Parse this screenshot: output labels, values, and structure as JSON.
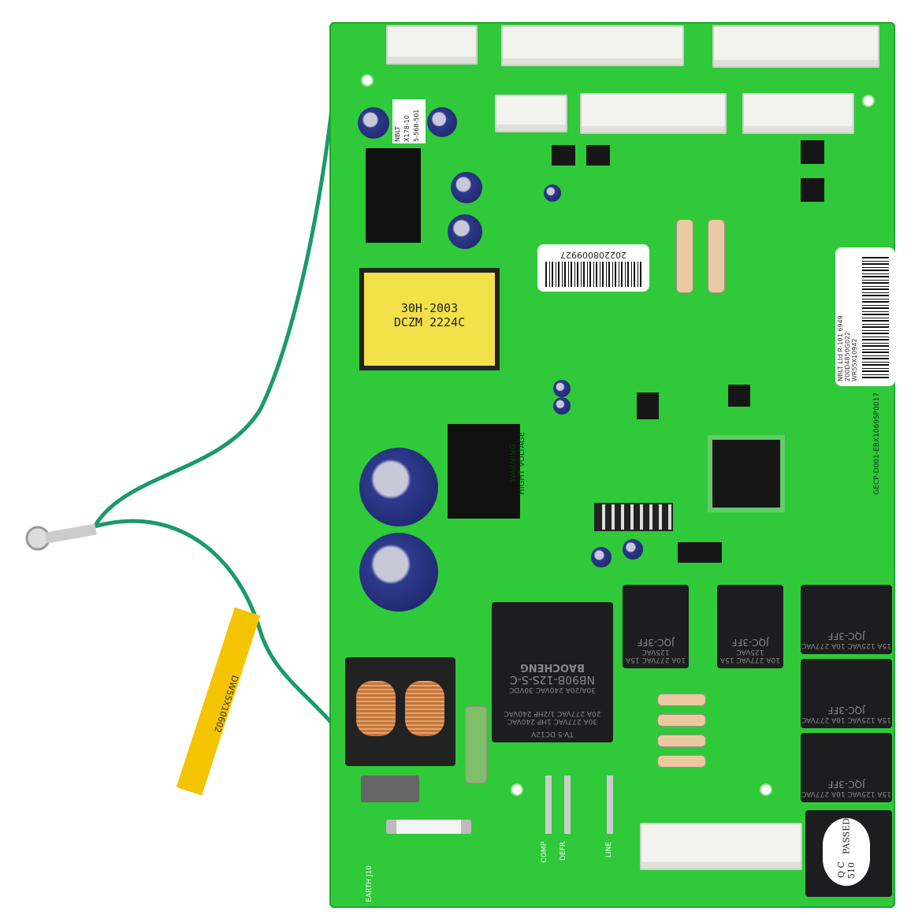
{
  "transformer": {
    "line1": "30H-2003",
    "line2": "DCZM 2224C"
  },
  "barcode_label_1": {
    "number": "202208009927"
  },
  "barcode_label_2": {
    "line1": "NBLT Ltd   R-101   6949",
    "line2": "200D4850G022",
    "line3": "WR55X10942"
  },
  "board_code": "GECP-D001-EBX1069SP0017",
  "small_label": {
    "line1": "NBLT",
    "line2": "X178-10",
    "line3": "5-568-501"
  },
  "warning": {
    "line1": "WARNING",
    "line2": "HIGHT VOLTAGE"
  },
  "main_relay": {
    "brand": "BAOCHENG",
    "model": "NB90B-12S-S-C",
    "rating": "30A/20A 240VAC 30VDC",
    "specs": "30A 277VAC  1HP 240VAC  20A 277VAC  1/2HP 240VAC",
    "coil": "TV-5  DC12V"
  },
  "small_relays": [
    {
      "model": "JQC-3FF",
      "spec": "10A 277VAC 15A 125VAC"
    },
    {
      "model": "JQC-3FF",
      "spec": "10A 277VAC 15A 125VAC"
    },
    {
      "model": "JQC-3FF",
      "spec": "15A 125VAC 10A 277VAC"
    },
    {
      "model": "JQC-3FF",
      "spec": "15A 125VAC 10A 277VAC"
    },
    {
      "model": "JQC-3FF",
      "spec": "15A 125VAC 10A 277VAC"
    }
  ],
  "qc_sticker": {
    "line1": "Q C 510",
    "line2": "PASSED"
  },
  "wire_tag": "DW55X10602",
  "terminals": [
    "COMP",
    "DEFR",
    "LINE",
    "EARTH J10"
  ],
  "colors": {
    "board": "#2fc93a",
    "wire": "#1a9a6a",
    "tag": "#f5c400"
  }
}
